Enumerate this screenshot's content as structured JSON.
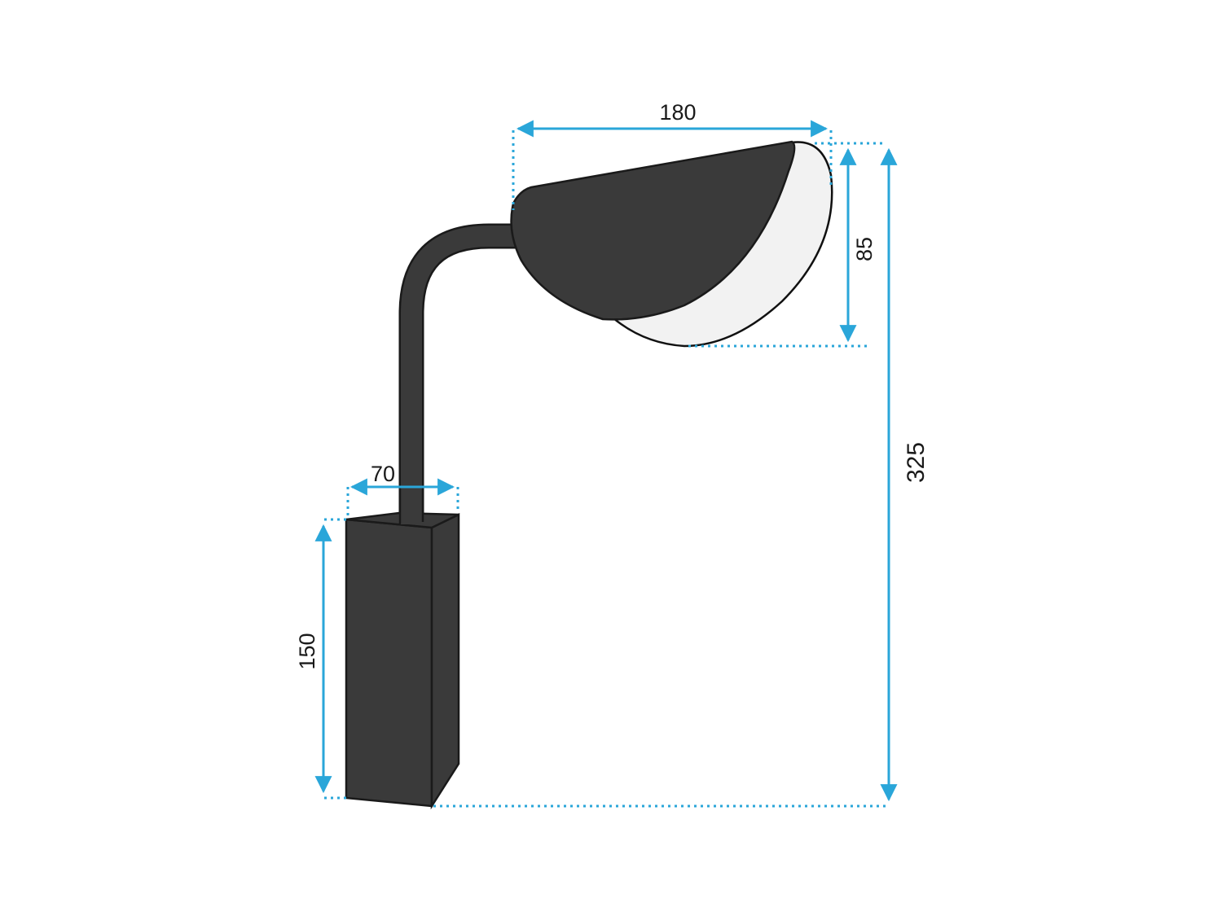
{
  "colors": {
    "dimension": "#2aa6d9",
    "body": "#3a3a3a",
    "outline": "#1a1a1a",
    "diffuser": "#f2f2f2"
  },
  "dimensions": {
    "shade_width": "180",
    "shade_height": "85",
    "total_height": "325",
    "base_width": "70",
    "base_height": "150"
  }
}
